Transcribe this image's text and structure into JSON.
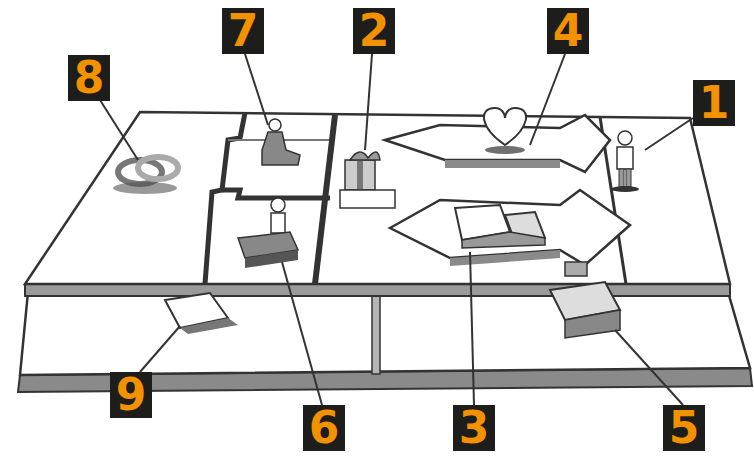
{
  "diagram": {
    "labels": [
      "8",
      "7",
      "2",
      "4",
      "1",
      "9",
      "6",
      "3",
      "5"
    ]
  }
}
